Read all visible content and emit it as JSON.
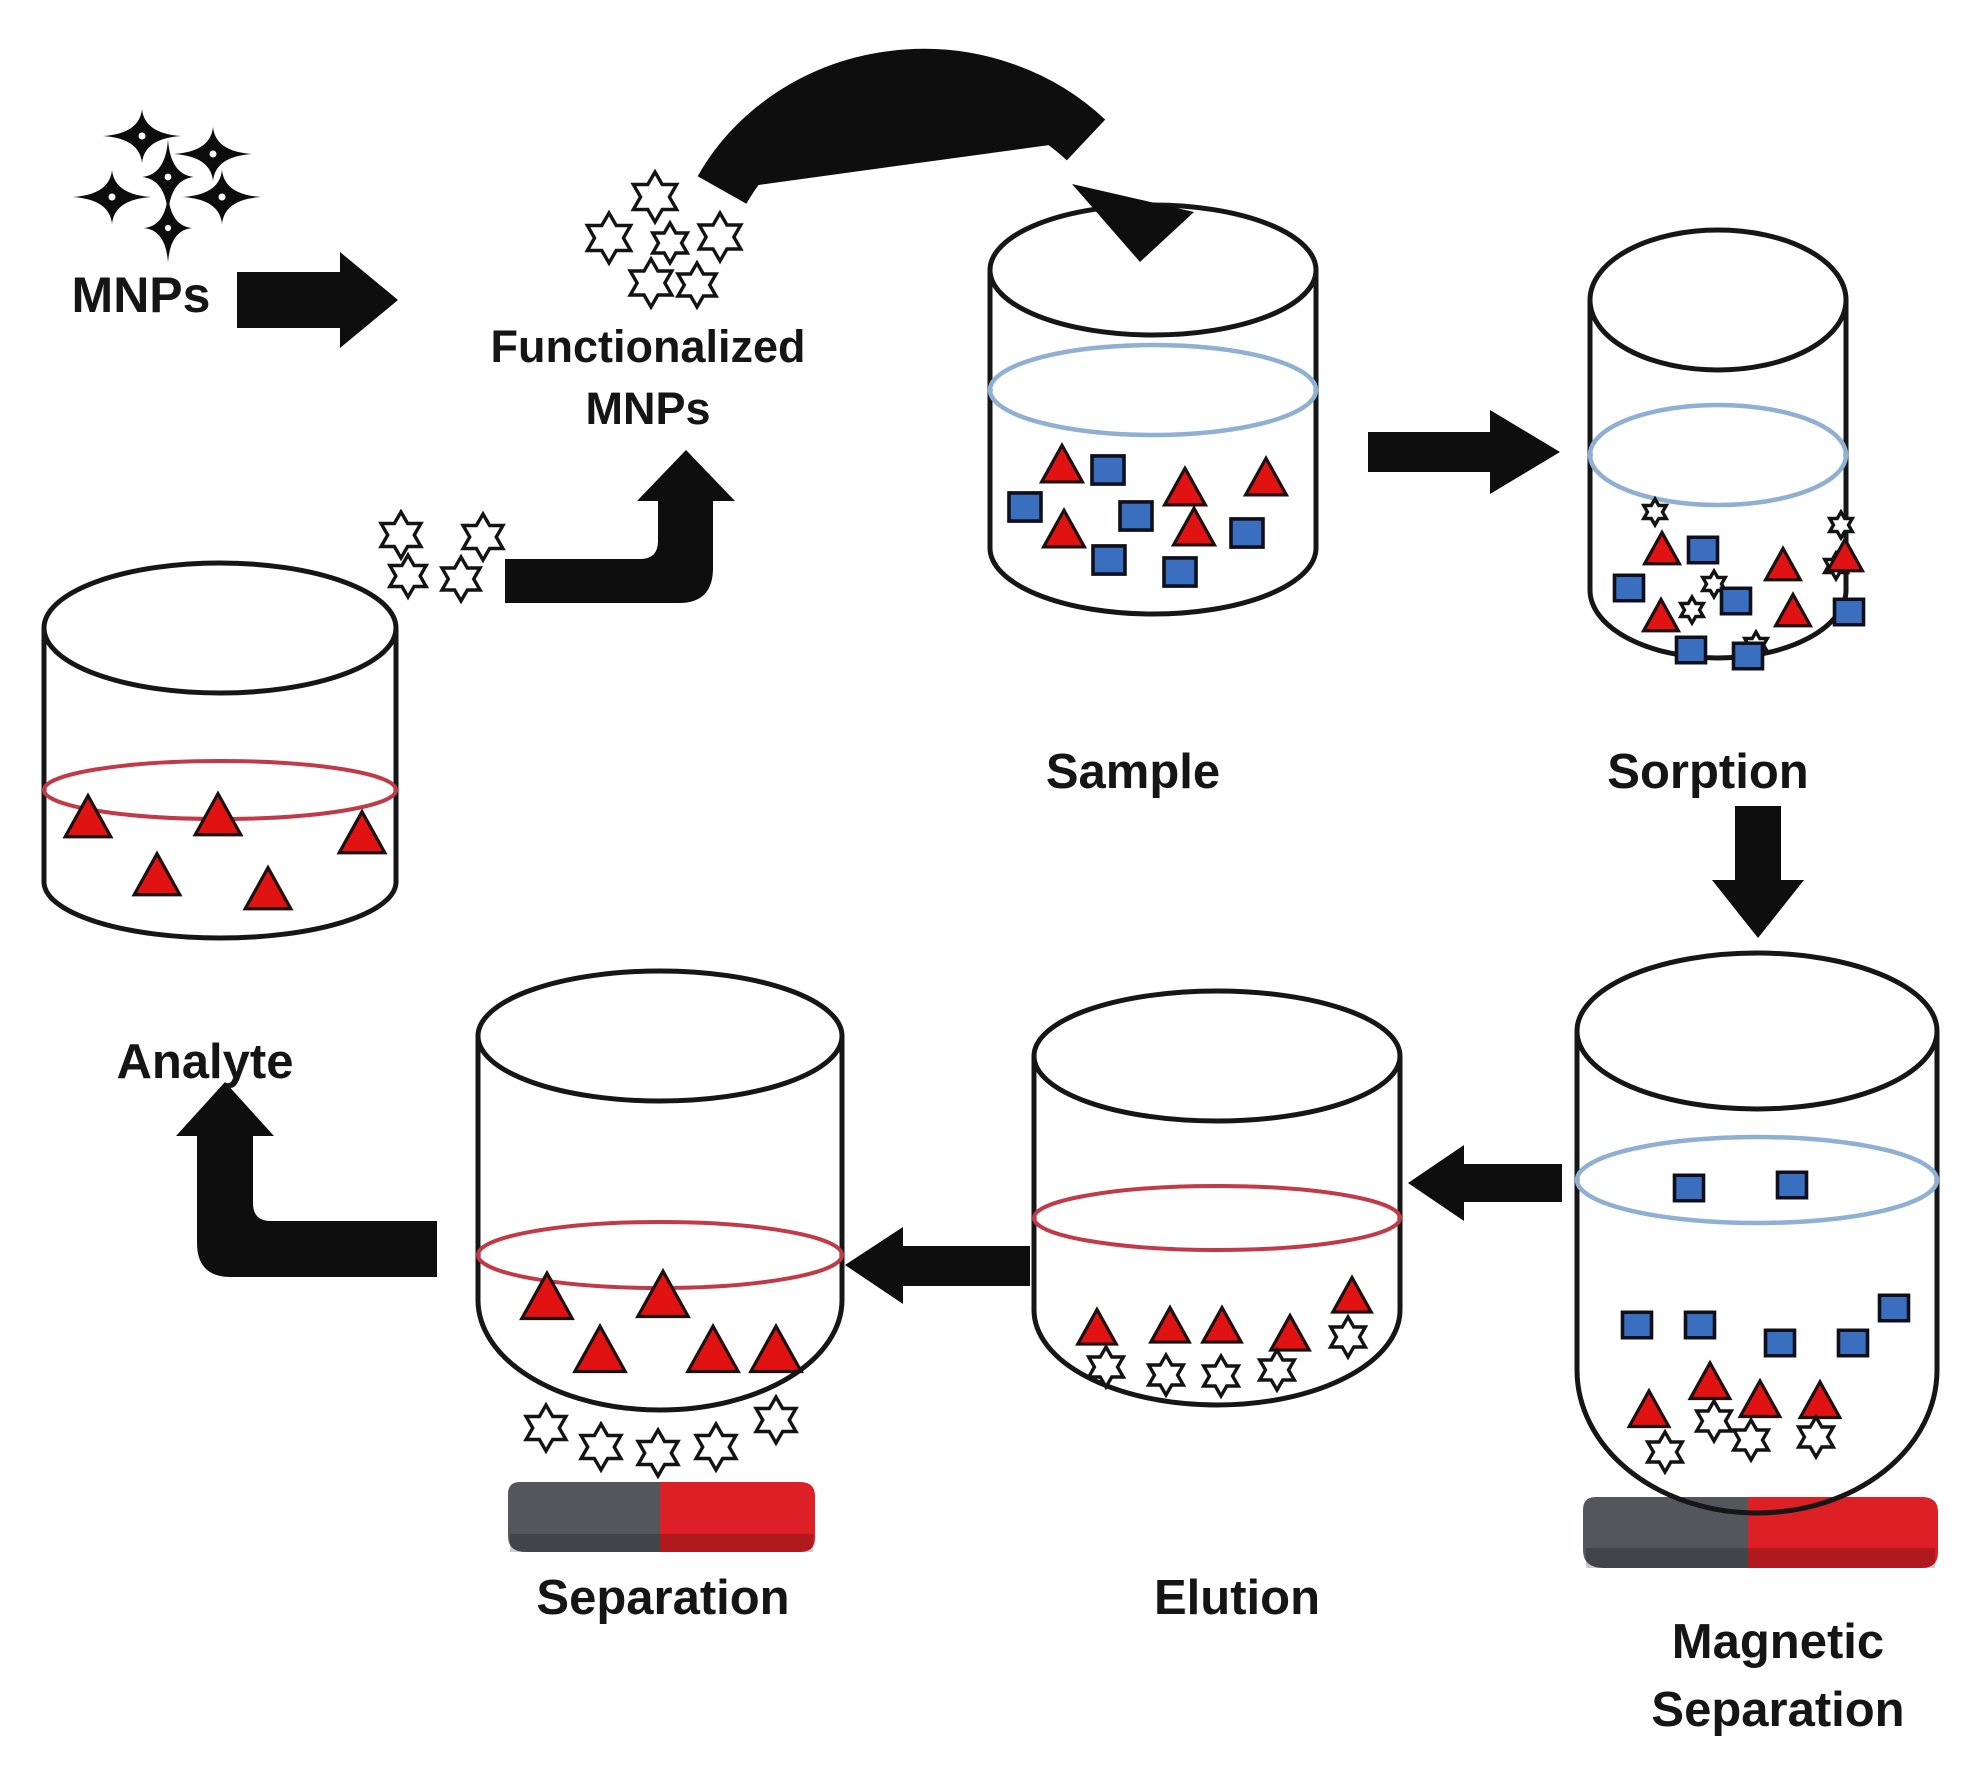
{
  "labels": {
    "mnps": "MNPs",
    "functionalized_line1": "Functionalized",
    "functionalized_line2": "MNPs",
    "sample": "Sample",
    "sorption": "Sorption",
    "magnetic_line1": "Magnetic",
    "magnetic_line2": "Separation",
    "elution": "Elution",
    "separation": "Separation",
    "analyte": "Analyte"
  },
  "colors": {
    "analyte_red": "#e01212",
    "matrix_blue": "#3a6fc0",
    "liquid_blue": "#8fb0d2",
    "liquid_red": "#c03a48",
    "magnet_gray": "#53575b",
    "magnet_red": "#dc2026",
    "arrow_black": "#0e0e0e",
    "outline_black": "#161616"
  },
  "symbols": {
    "mnp_icon": "four-point-sparkle-star",
    "functionalized_mnp_icon": "six-point-star-outline",
    "analyte_icon": "red-triangle",
    "matrix_icon": "blue-square",
    "magnet_icon": "gray-red-bar-magnet"
  }
}
